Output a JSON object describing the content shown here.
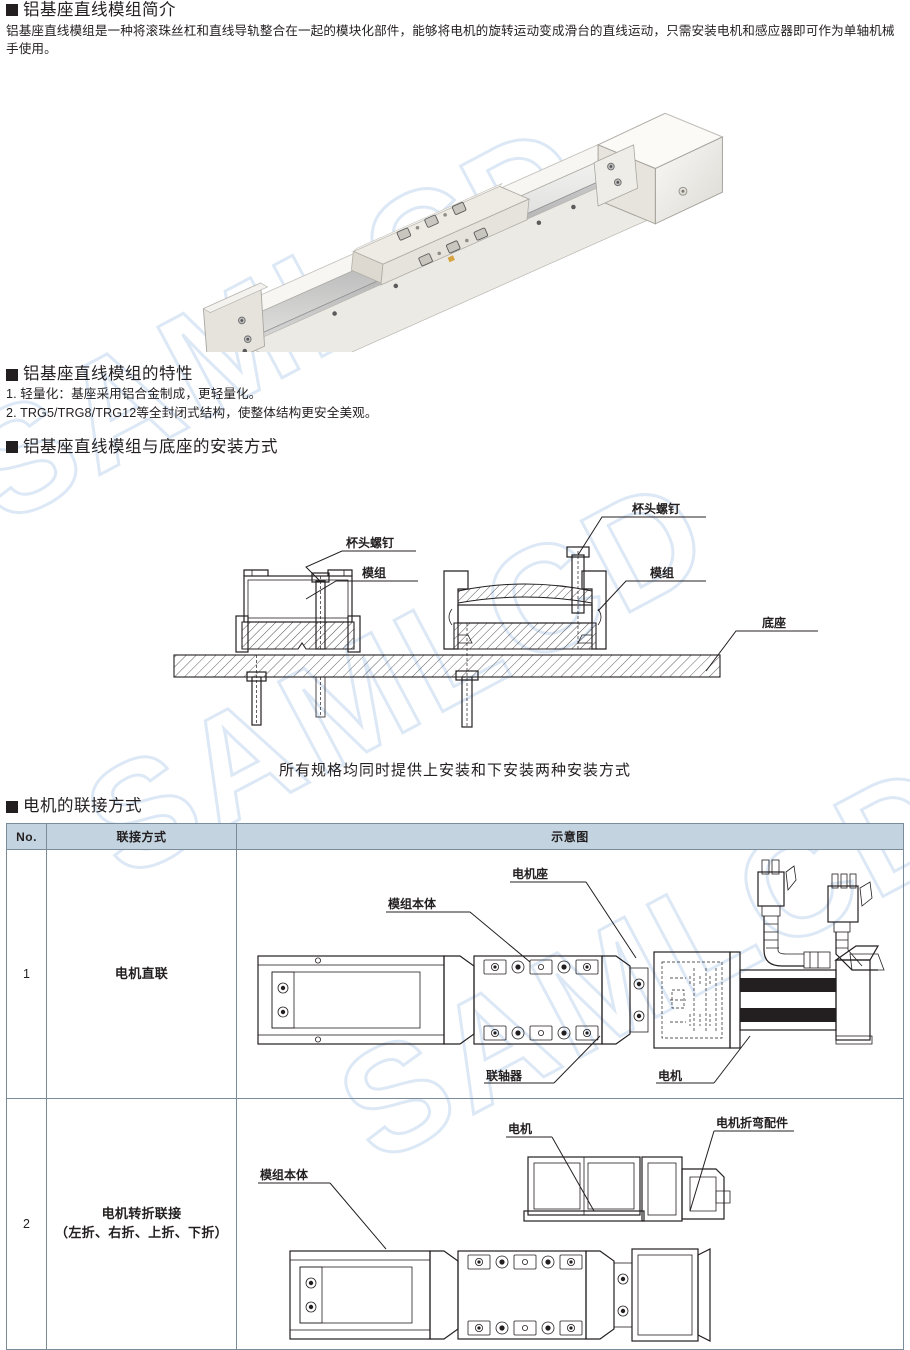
{
  "document": {
    "watermark_text": "SAMLCD"
  },
  "intro": {
    "heading": "铝基座直线模组简介",
    "paragraph": "铝基座直线模组是一种将滚珠丝杠和直线导轨整合在一起的模块化部件，能够将电机的旋转运动变成滑台的直线运动，只需安装电机和感应器即可作为单轴机械手使用。"
  },
  "hero": {
    "alt": "铝基座直线模组产品照片"
  },
  "features": {
    "heading": "铝基座直线模组的特性",
    "items": [
      "1. 轻量化：基座采用铝合金制成，更轻量化。",
      "2. TRG5/TRG8/TRG12等全封闭式结构，使整体结构更安全美观。"
    ]
  },
  "installation": {
    "heading": "铝基座直线模组与底座的安装方式",
    "caption": "所有规格均同时提供上安装和下安装两种安装方式",
    "labels": {
      "screw_left": "杯头螺钉",
      "module_left": "模组",
      "screw_right": "杯头螺钉",
      "module_right": "模组",
      "base": "底座"
    }
  },
  "connection": {
    "heading": "电机的联接方式",
    "table": {
      "columns": [
        "No.",
        "联接方式",
        "示意图"
      ],
      "rows": [
        {
          "no": "1",
          "way": "电机直联",
          "way_sub": "",
          "diagram_labels": {
            "module_body": "模组本体",
            "motor_seat": "电机座",
            "coupling": "联轴器",
            "motor": "电机"
          }
        },
        {
          "no": "2",
          "way": "电机转折联接",
          "way_sub": "（左折、右折、上折、下折）",
          "diagram_labels": {
            "module_body": "模组本体",
            "motor": "电机",
            "bend_part": "电机折弯配件"
          }
        }
      ]
    }
  },
  "colors": {
    "ink": "#231f20",
    "table_header_bg": "#c3d4e0",
    "table_border": "#7a8b99",
    "watermark": "#dce8f5"
  }
}
